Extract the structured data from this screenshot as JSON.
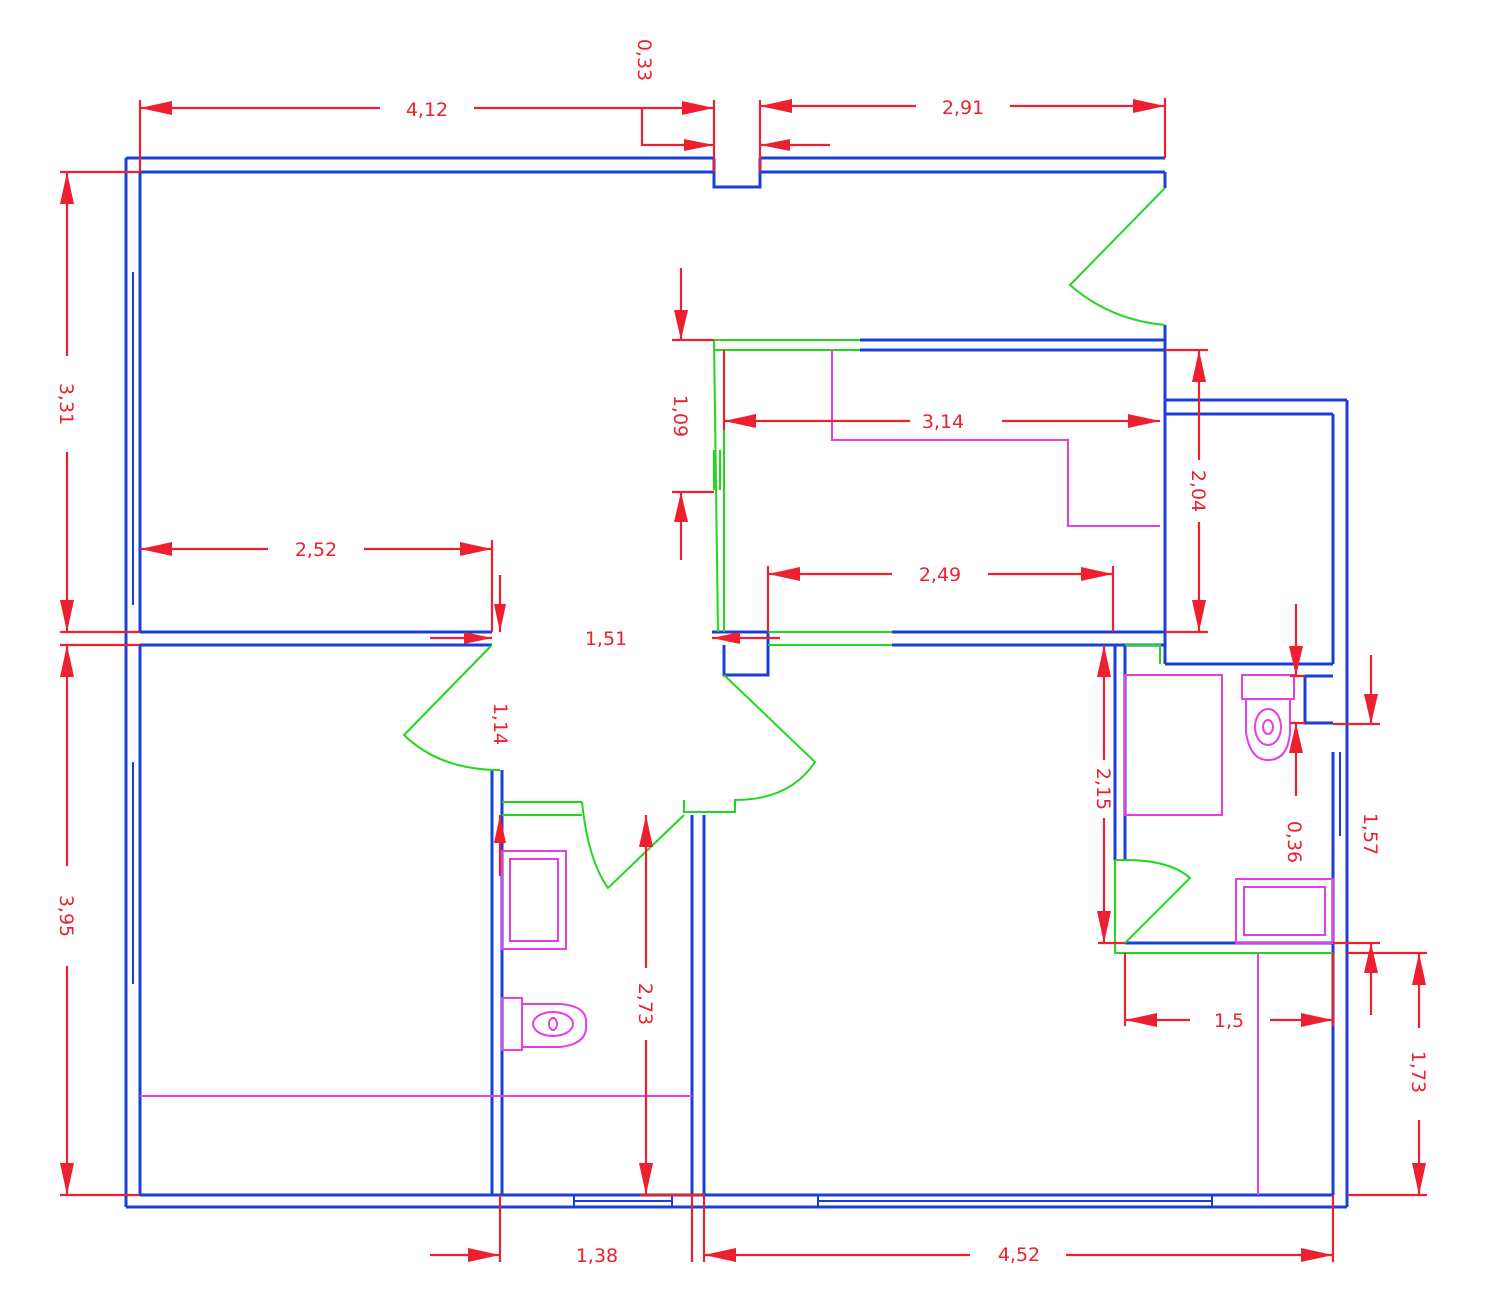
{
  "colors": {
    "wall": "#1a3fd6",
    "door": "#22d81f",
    "fixture": "#e43fe4",
    "dimension": "#ec2030",
    "background": "#ffffff"
  },
  "dimensions": {
    "top_left_width": "4,12",
    "opening_width": "0,33",
    "top_right_width": "2,91",
    "upper_room_depth": "3,31",
    "lower_room_depth": "3,95",
    "left_room_width": "2,52",
    "hall_width": "1,51",
    "hall_door": "1,14",
    "closet_height": "1,09",
    "closet_width": "3,14",
    "middle_width": "2,49",
    "right_height": "2,04",
    "bath_height": "2,73",
    "bath_width": "1,38",
    "bottom_right_width": "4,52",
    "ensuite_height": "2,15",
    "ensuite_width": "1,5",
    "wc_niche": "0,36",
    "window_right": "1,57",
    "lower_right_height": "1,73"
  }
}
